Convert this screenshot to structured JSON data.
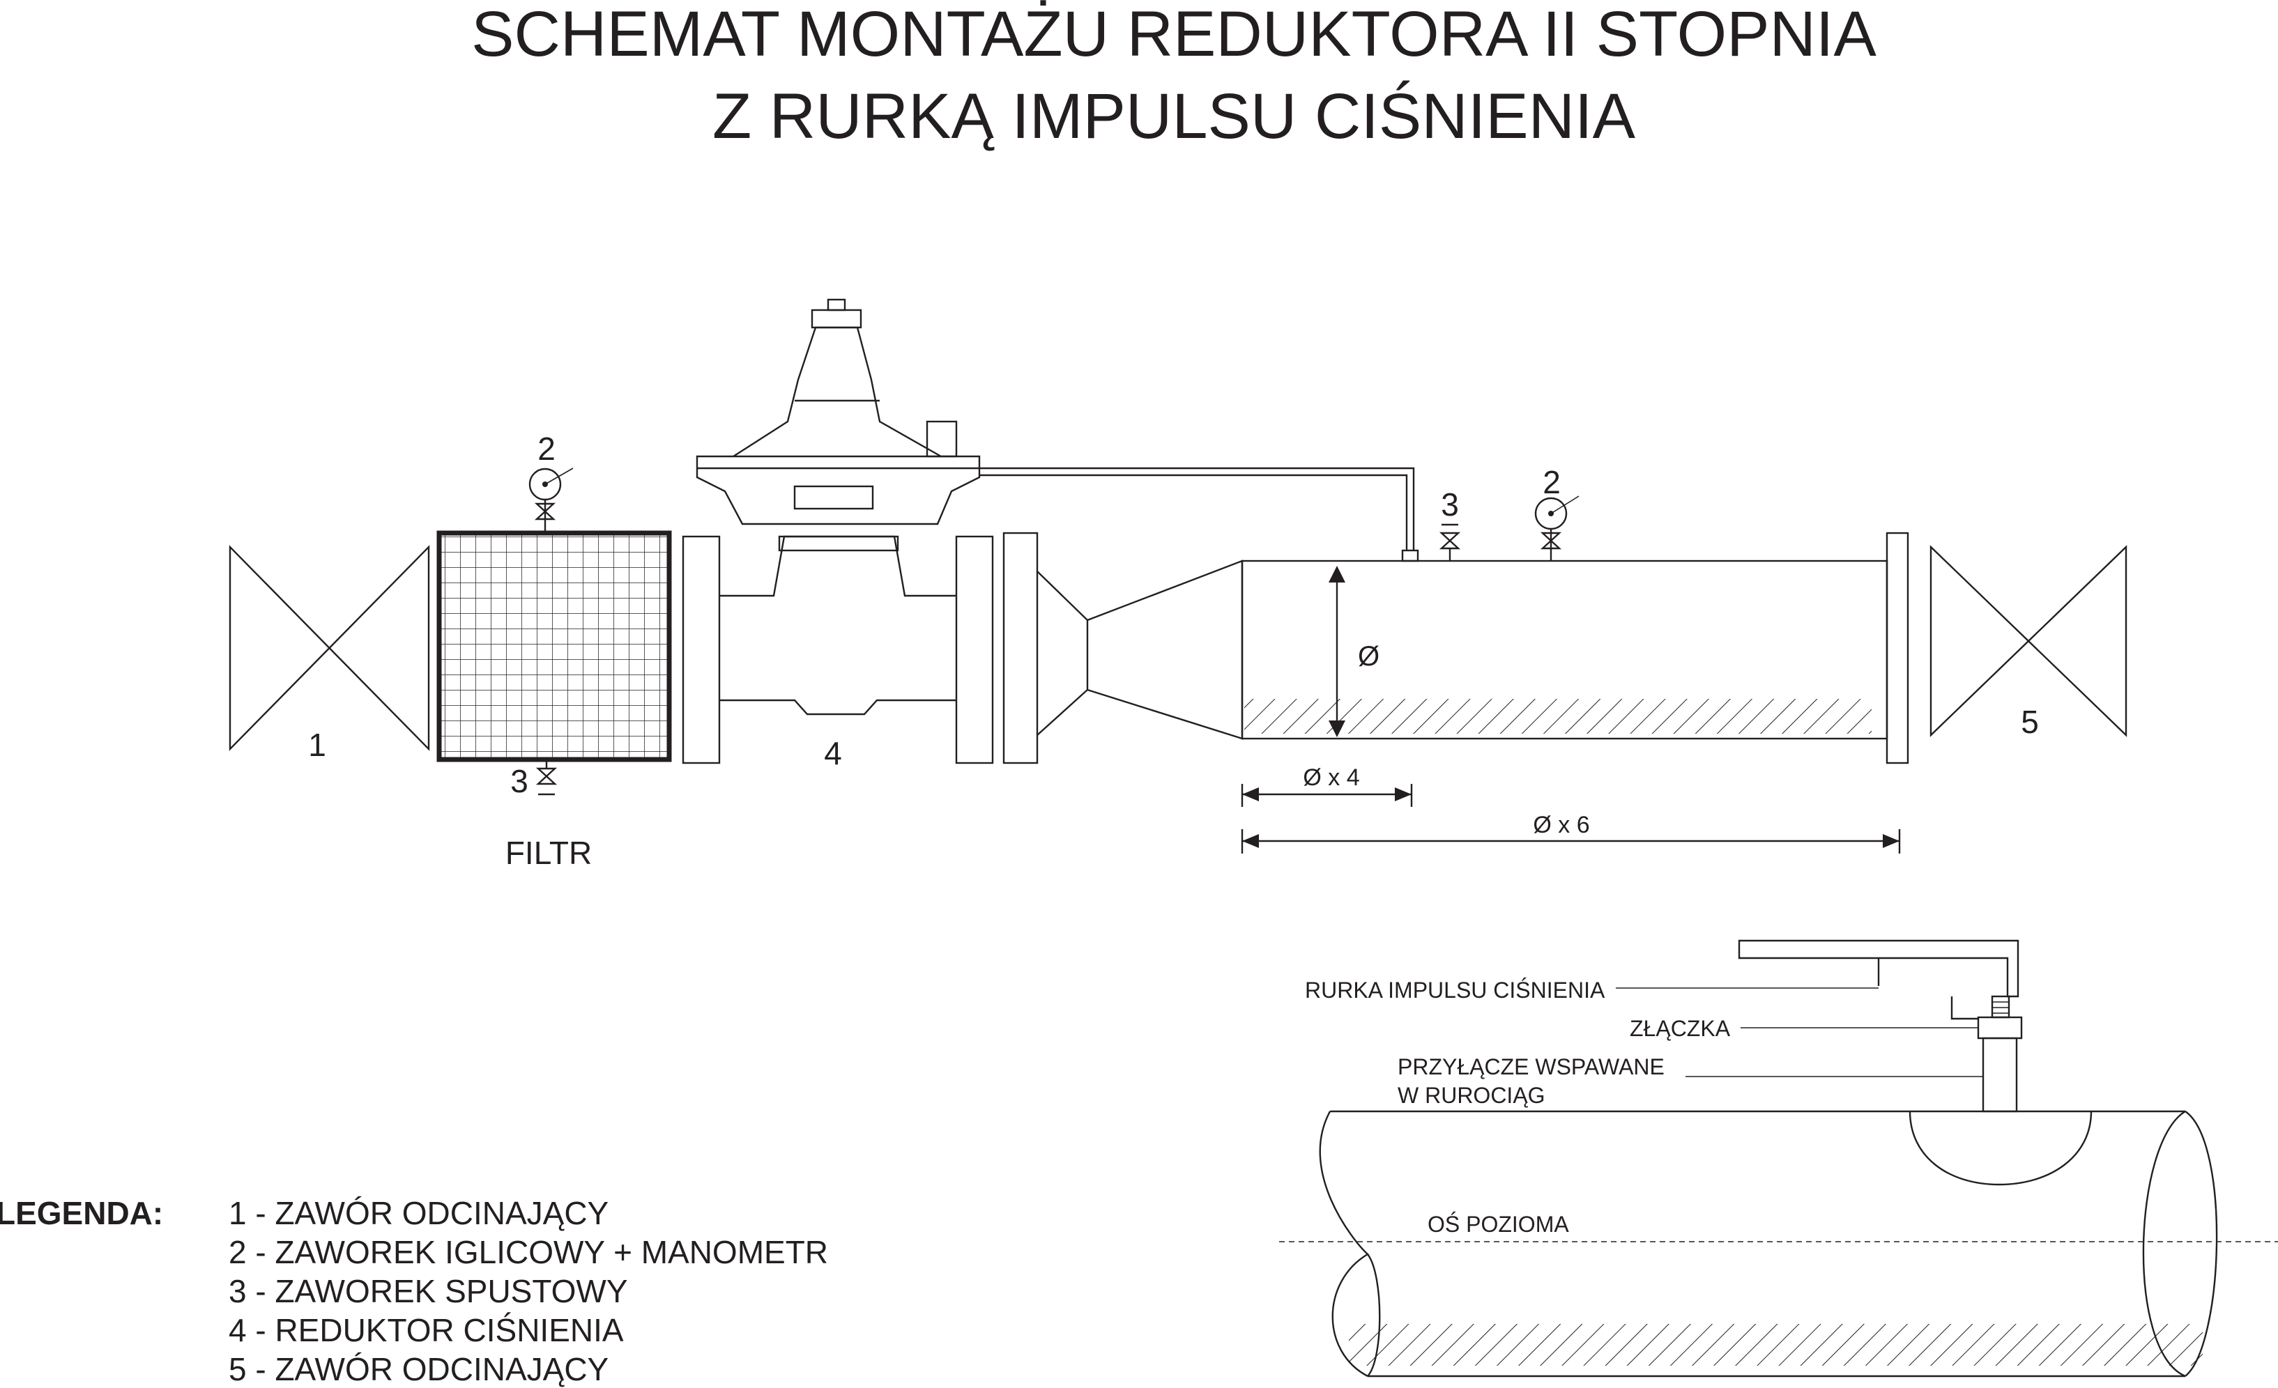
{
  "title": {
    "line1": "SCHEMAT MONTAŻU REDUKTORA II STOPNIA",
    "line2": "Z RURKĄ IMPULSU CIŚNIENIA"
  },
  "main_labels": {
    "valve_in": "1",
    "gauge_filter": "2",
    "drain_filter": "3",
    "filter_caption": "FILTR",
    "reducer": "4",
    "drain_pipe": "3",
    "gauge_pipe": "2",
    "valve_out": "5",
    "diameter": "Ø",
    "dim_4": "Ø x 4",
    "dim_6": "Ø x 6"
  },
  "detail_labels": {
    "impulse_tube": "RURKA IMPULSU CIŚNIENIA",
    "fitting": "ZŁĄCZKA",
    "welded_line1": "PRZYŁĄCZE WSPAWANE",
    "welded_line2": "W RUROCIĄG",
    "axis": "OŚ POZIOMA"
  },
  "legend": {
    "heading": "LEGENDA:",
    "items": [
      "1 - ZAWÓR ODCINAJĄCY",
      "2 - ZAWOREK IGLICOWY + MANOMETR",
      "3 - ZAWOREK SPUSTOWY",
      "4 - REDUKTOR CIŚNIENIA",
      "5 - ZAWÓR ODCINAJĄCY"
    ]
  },
  "colors": {
    "line": "#231f20",
    "background": "#ffffff"
  }
}
